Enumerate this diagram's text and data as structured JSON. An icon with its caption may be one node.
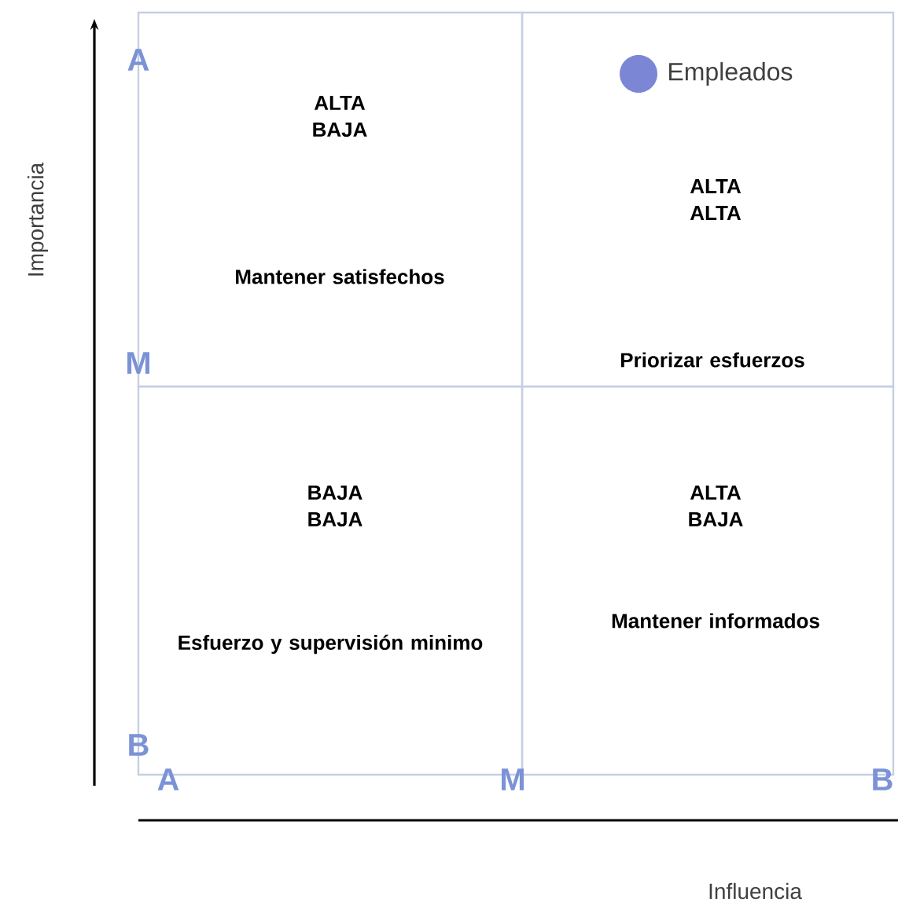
{
  "diagram": {
    "nodes": [
      {
        "text": [
          "ALTA BAJA",
          "Mantener satisfechos"
        ]
      },
      {
        "text": [
          "ALTA ALTA",
          "Priorizar esfuerzos"
        ]
      },
      {
        "text": [
          "BAJA BAJA",
          "Esfuerzo y supervisión minimo"
        ]
      },
      {
        "text": [
          "ALTA BAJA",
          "Mantener informados"
        ]
      }
    ],
    "edges": [],
    "labels": [
      "Importancia",
      "A",
      "M",
      "B",
      "A",
      "M",
      "B",
      "Influencia"
    ],
    "legend": [
      {
        "text": "Empleados",
        "color": "#7b86d4"
      }
    ]
  }
}
